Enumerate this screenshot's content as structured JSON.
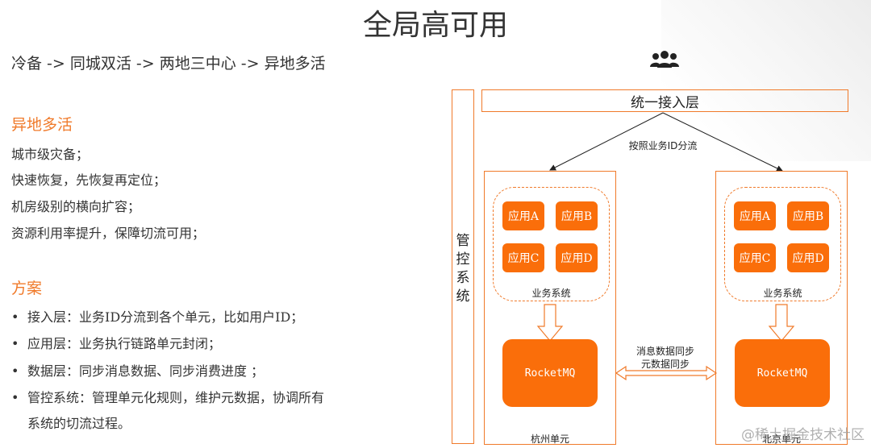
{
  "title": "全局高可用",
  "evolution": "冷备 -> 同城双活 -> 两地三中心 -> 异地多活",
  "multi_active": {
    "heading": "异地多活",
    "lines": [
      "城市级灾备；",
      "快速恢复，先恢复再定位；",
      "机房级别的横向扩容；",
      "资源利用率提升，保障切流可用；"
    ]
  },
  "plan": {
    "heading": "方案",
    "bullet": "•",
    "items": [
      "接入层：业务ID分流到各个单元，比如用户ID；",
      "应用层：业务执行链路单元封闭；",
      "数据层：同步消息数据、同步消费进度 ；",
      "管控系统：管理单元化规则，维护元数据，协调所有"
    ],
    "continuation": "系统的切流过程。"
  },
  "diagram": {
    "users_icon": "users-group-icon",
    "access_layer": "统一接入层",
    "route_label": "按照业务ID分流",
    "control_system": [
      "管",
      "控",
      "系",
      "统"
    ],
    "apps": [
      "应用A",
      "应用B",
      "应用C",
      "应用D"
    ],
    "business_system": "业务系统",
    "mq": "RocketMQ",
    "sync_lines": [
      "消息数据同步",
      "元数据同步"
    ],
    "unit_left": "杭州单元",
    "unit_right": "北京单元"
  },
  "watermark": "@稀土掘金技术社区",
  "colors": {
    "accent": "#f07a2a",
    "fill": "#fa6e0a"
  }
}
